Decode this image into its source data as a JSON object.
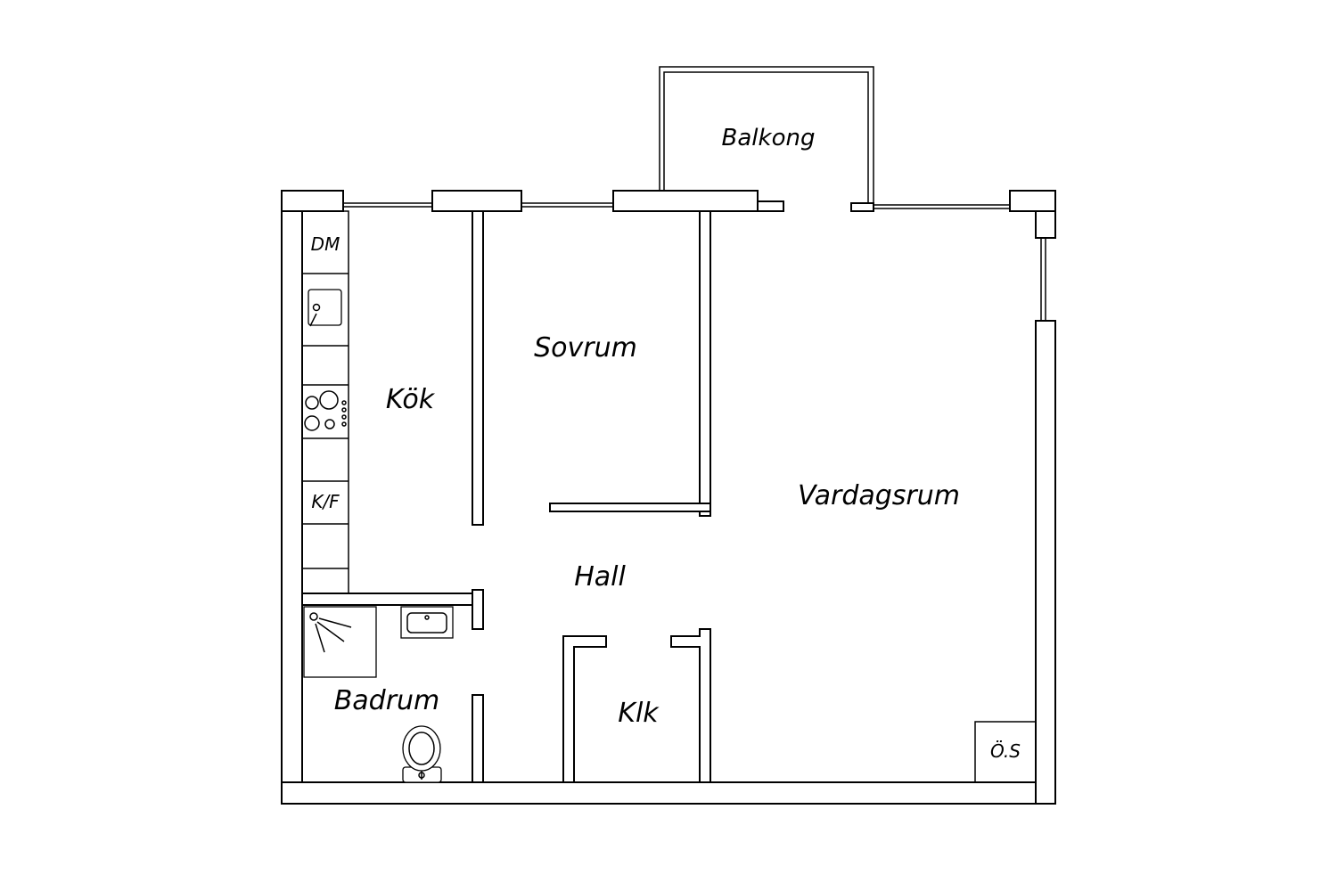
{
  "rooms": {
    "balkong": "Balkong",
    "sovrum": "Sovrum",
    "kok": "Kök",
    "vardagsrum": "Vardagsrum",
    "hall": "Hall",
    "badrum": "Badrum",
    "klk": "Klk"
  },
  "fixtures": {
    "dm": "DM",
    "kf": "K/F",
    "os": "Ö.S"
  },
  "colors": {
    "line": "#000000",
    "background": "#ffffff"
  }
}
